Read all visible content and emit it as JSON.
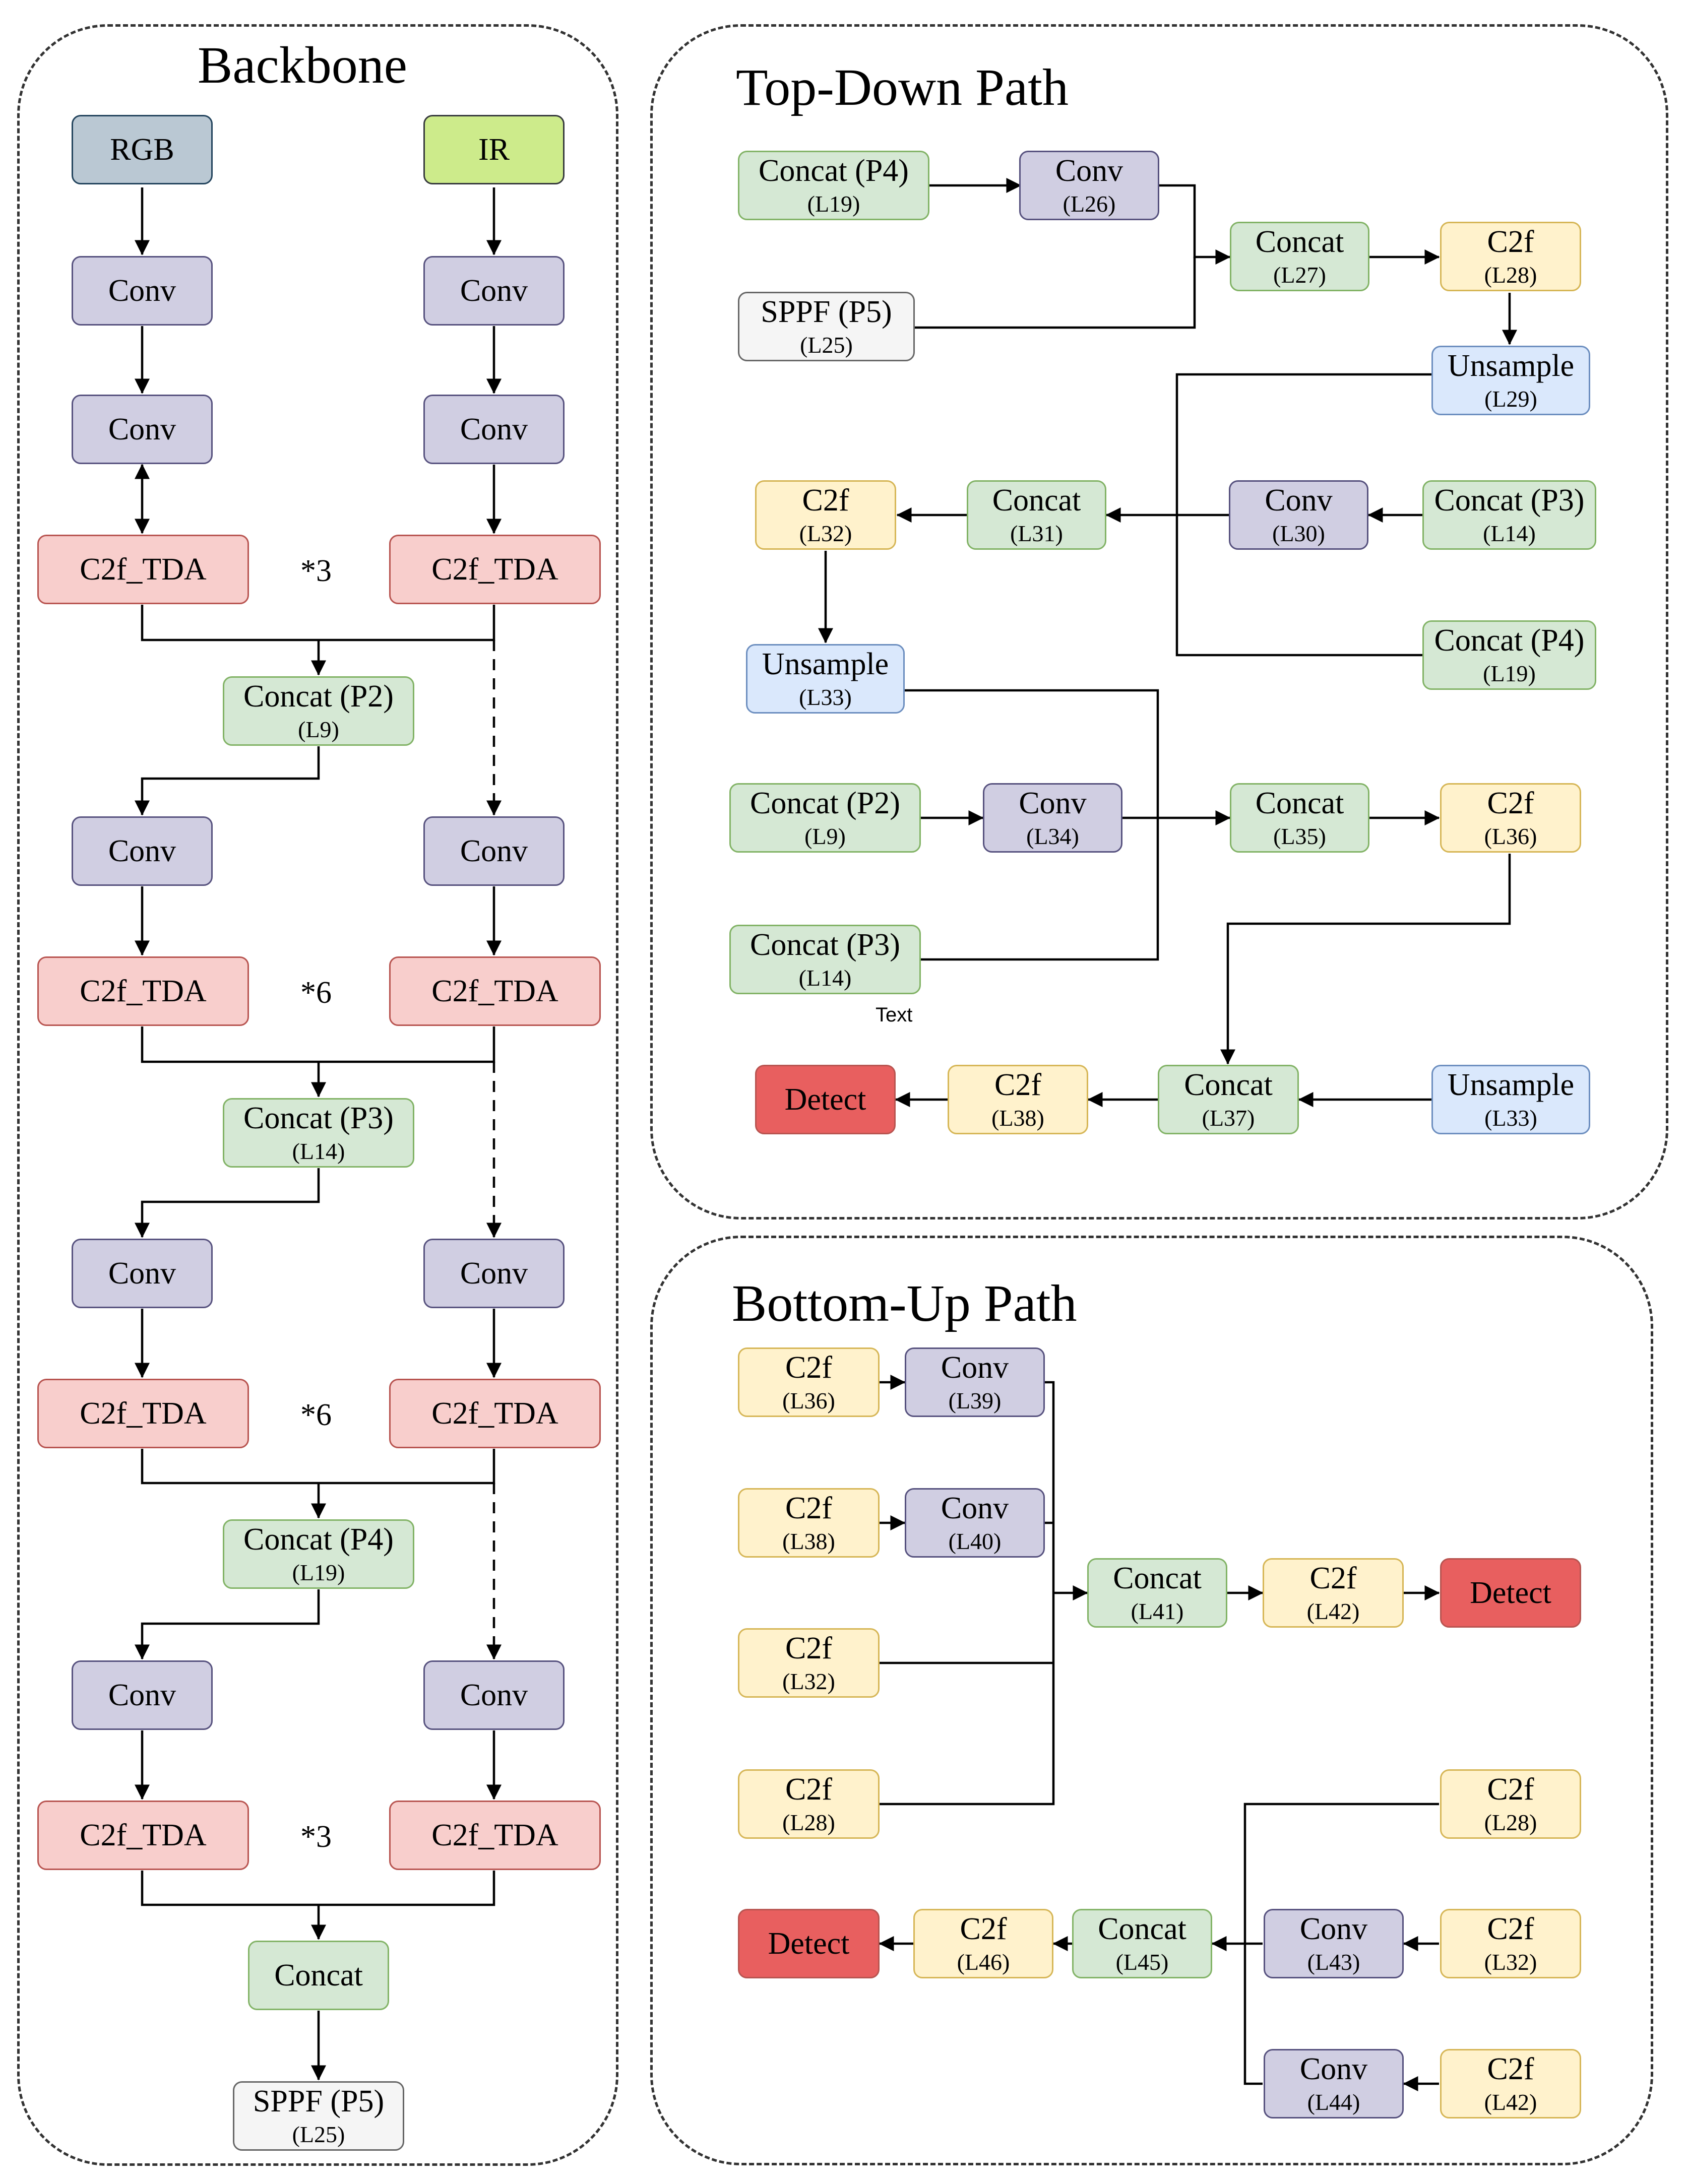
{
  "colors": {
    "conv": {
      "fill": "#d0cee2",
      "stroke": "#56517e"
    },
    "concat": {
      "fill": "#d5e8d4",
      "stroke": "#82b366"
    },
    "c2f": {
      "fill": "#fff2cc",
      "stroke": "#d6b656"
    },
    "c2f_tda": {
      "fill": "#f8cecc",
      "stroke": "#b85450"
    },
    "upsample": {
      "fill": "#dae8fc",
      "stroke": "#6c8ebf"
    },
    "sppf": {
      "fill": "#f5f5f5",
      "stroke": "#666666"
    },
    "detect": {
      "fill": "#e85f5f",
      "stroke": "#b85450"
    },
    "rgb": {
      "fill": "#bac8d3",
      "stroke": "#23445d"
    },
    "ir": {
      "fill": "#cdeb8b",
      "stroke": "#36393d"
    }
  },
  "panels": {
    "backbone": {
      "title": "Backbone"
    },
    "topdown": {
      "title": "Top-Down Path"
    },
    "bottomup": {
      "title": "Bottom-Up Path"
    }
  },
  "backbone": {
    "rgb": {
      "name": "RGB"
    },
    "ir": {
      "name": "IR"
    },
    "conv_label": "Conv",
    "c2f_tda_label": "C2f_TDA",
    "concat_p2": {
      "name": "Concat (P2)",
      "sub": "(L9)"
    },
    "concat_p3": {
      "name": "Concat (P3)",
      "sub": "(L14)"
    },
    "concat_p4": {
      "name": "Concat (P4)",
      "sub": "(L19)"
    },
    "concat_final": {
      "name": "Concat"
    },
    "sppf": {
      "name": "SPPF (P5)",
      "sub": "(L25)"
    },
    "repeat_1": "*3",
    "repeat_2": "*6",
    "repeat_3": "*6",
    "repeat_4": "*3"
  },
  "topdown": {
    "concat_p4_l19": {
      "name": "Concat (P4)",
      "sub": "(L19)"
    },
    "conv_l26": {
      "name": "Conv",
      "sub": "(L26)"
    },
    "sppf_l25": {
      "name": "SPPF (P5)",
      "sub": "(L25)"
    },
    "concat_l27": {
      "name": "Concat",
      "sub": "(L27)"
    },
    "c2f_l28": {
      "name": "C2f",
      "sub": "(L28)"
    },
    "upsample_l29": {
      "name": "Unsample",
      "sub": "(L29)"
    },
    "c2f_l32": {
      "name": "C2f",
      "sub": "(L32)"
    },
    "concat_l31": {
      "name": "Concat",
      "sub": "(L31)"
    },
    "conv_l30": {
      "name": "Conv",
      "sub": "(L30)"
    },
    "concat_p3_l14": {
      "name": "Concat (P3)",
      "sub": "(L14)"
    },
    "concat_p4_l19b": {
      "name": "Concat (P4)",
      "sub": "(L19)"
    },
    "upsample_l33": {
      "name": "Unsample",
      "sub": "(L33)"
    },
    "concat_p2_l9": {
      "name": "Concat (P2)",
      "sub": "(L9)"
    },
    "conv_l34": {
      "name": "Conv",
      "sub": "(L34)"
    },
    "concat_l35": {
      "name": "Concat",
      "sub": "(L35)"
    },
    "c2f_l36": {
      "name": "C2f",
      "sub": "(L36)"
    },
    "concat_p3_l14b": {
      "name": "Concat (P3)",
      "sub": "(L14)"
    },
    "stray_text": "Text",
    "detect": {
      "name": "Detect"
    },
    "c2f_l38": {
      "name": "C2f",
      "sub": "(L38)"
    },
    "concat_l37": {
      "name": "Concat",
      "sub": "(L37)"
    },
    "upsample_l33b": {
      "name": "Unsample",
      "sub": "(L33)"
    }
  },
  "bottomup": {
    "c2f_l36": {
      "name": "C2f",
      "sub": "(L36)"
    },
    "conv_l39": {
      "name": "Conv",
      "sub": "(L39)"
    },
    "c2f_l38": {
      "name": "C2f",
      "sub": "(L38)"
    },
    "conv_l40": {
      "name": "Conv",
      "sub": "(L40)"
    },
    "concat_l41": {
      "name": "Concat",
      "sub": "(L41)"
    },
    "c2f_l42": {
      "name": "C2f",
      "sub": "(L42)"
    },
    "detect_1": {
      "name": "Detect"
    },
    "c2f_l32": {
      "name": "C2f",
      "sub": "(L32)"
    },
    "c2f_l28": {
      "name": "C2f",
      "sub": "(L28)"
    },
    "c2f_l28b": {
      "name": "C2f",
      "sub": "(L28)"
    },
    "detect_2": {
      "name": "Detect"
    },
    "c2f_l46": {
      "name": "C2f",
      "sub": "(L46)"
    },
    "concat_l45": {
      "name": "Concat",
      "sub": "(L45)"
    },
    "conv_l43": {
      "name": "Conv",
      "sub": "(L43)"
    },
    "c2f_l32b": {
      "name": "C2f",
      "sub": "(L32)"
    },
    "conv_l44": {
      "name": "Conv",
      "sub": "(L44)"
    },
    "c2f_l42b": {
      "name": "C2f",
      "sub": "(L42)"
    }
  }
}
